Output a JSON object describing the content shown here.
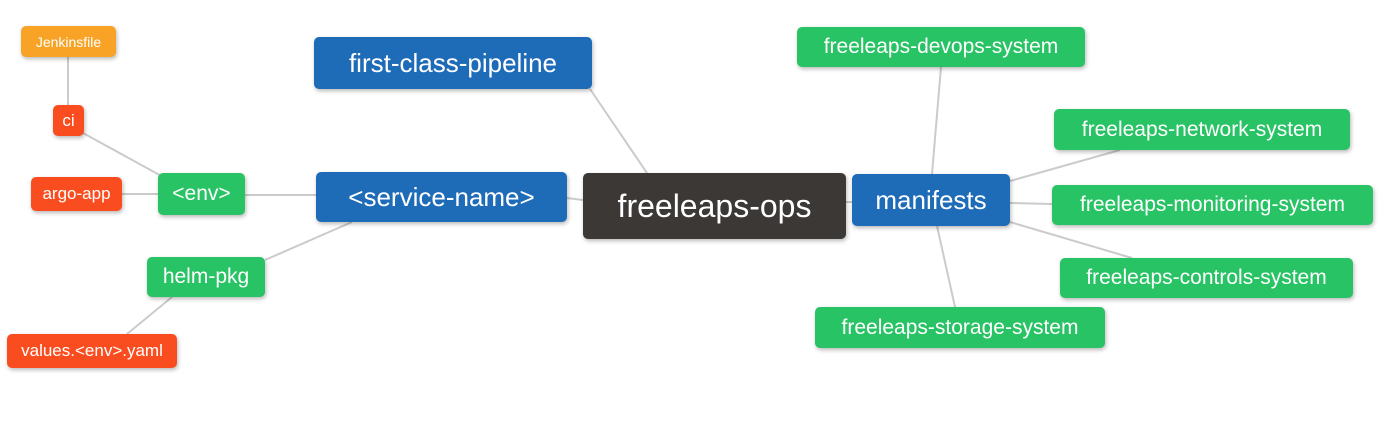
{
  "diagram": {
    "type": "mindmap",
    "root": "freeleaps-ops",
    "background": "#ffffff"
  },
  "palette": {
    "root_bg": "#3b3836",
    "branch_bg": "#1e6bb8",
    "green_bg": "#28c364",
    "red_bg": "#fa4d1f",
    "orange_bg": "#f9a326",
    "edge": "#cbcbcb",
    "node_text": "#ffffff"
  },
  "nodes": {
    "freeleaps_ops": {
      "label": "freeleaps-ops",
      "level": "root"
    },
    "first_class_pipeline": {
      "label": "first-class-pipeline",
      "level": "branch"
    },
    "service_name": {
      "label": "<service-name>",
      "level": "branch"
    },
    "manifests": {
      "label": "manifests",
      "level": "branch"
    },
    "env": {
      "label": "<env>",
      "level": "green"
    },
    "helm_pkg": {
      "label": "helm-pkg",
      "level": "green"
    },
    "argo_app": {
      "label": "argo-app",
      "level": "red"
    },
    "ci": {
      "label": "ci",
      "level": "red"
    },
    "jenkinsfile": {
      "label": "Jenkinsfile",
      "level": "orange"
    },
    "values_env_yaml": {
      "label": "values.<env>.yaml",
      "level": "red"
    },
    "devops_system": {
      "label": "freeleaps-devops-system",
      "level": "green"
    },
    "network_system": {
      "label": "freeleaps-network-system",
      "level": "green"
    },
    "monitoring_system": {
      "label": "freeleaps-monitoring-system",
      "level": "green"
    },
    "controls_system": {
      "label": "freeleaps-controls-system",
      "level": "green"
    },
    "storage_system": {
      "label": "freeleaps-storage-system",
      "level": "green"
    }
  },
  "edges": [
    [
      "Jenkinsfile",
      "ci"
    ],
    [
      "ci",
      "<env>"
    ],
    [
      "argo-app",
      "<env>"
    ],
    [
      "<env>",
      "<service-name>"
    ],
    [
      "helm-pkg",
      "<service-name>"
    ],
    [
      "values.<env>.yaml",
      "helm-pkg"
    ],
    [
      "first-class-pipeline",
      "freeleaps-ops"
    ],
    [
      "<service-name>",
      "freeleaps-ops"
    ],
    [
      "freeleaps-ops",
      "manifests"
    ],
    [
      "manifests",
      "freeleaps-devops-system"
    ],
    [
      "manifests",
      "freeleaps-network-system"
    ],
    [
      "manifests",
      "freeleaps-monitoring-system"
    ],
    [
      "manifests",
      "freeleaps-controls-system"
    ],
    [
      "manifests",
      "freeleaps-storage-system"
    ]
  ]
}
